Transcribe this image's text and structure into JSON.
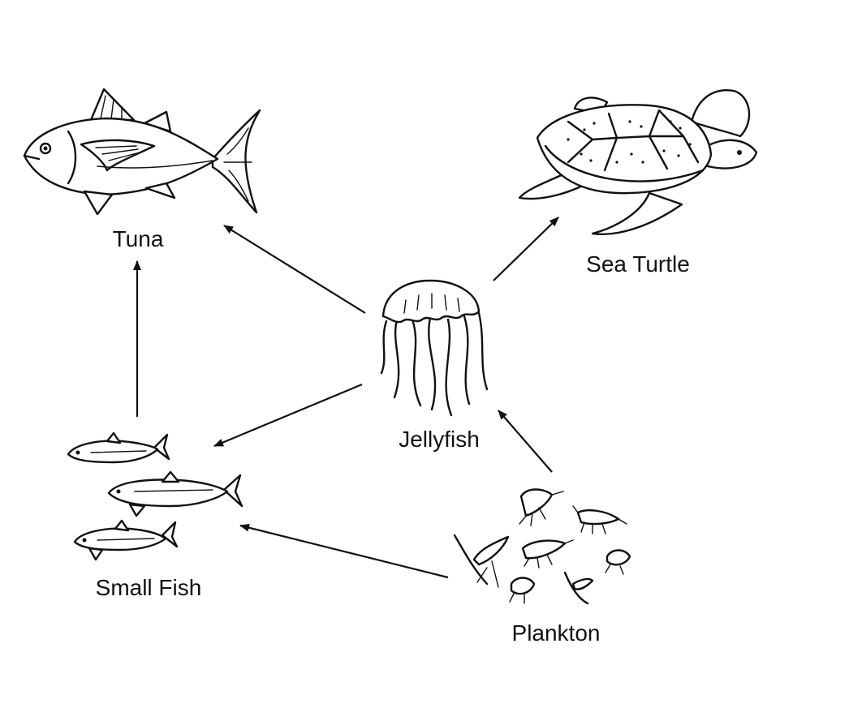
{
  "organisms": {
    "tuna": "Tuna",
    "sea_turtle": "Sea Turtle",
    "jellyfish": "Jellyfish",
    "small_fish": "Small Fish",
    "plankton": "Plankton"
  },
  "links": [
    {
      "from": "Small Fish",
      "to": "Tuna"
    },
    {
      "from": "Jellyfish",
      "to": "Tuna"
    },
    {
      "from": "Jellyfish",
      "to": "Sea Turtle"
    },
    {
      "from": "Jellyfish",
      "to": "Small Fish"
    },
    {
      "from": "Plankton",
      "to": "Jellyfish"
    },
    {
      "from": "Plankton",
      "to": "Small Fish"
    }
  ],
  "colors": {
    "ink": "#111111",
    "background": "#ffffff"
  }
}
